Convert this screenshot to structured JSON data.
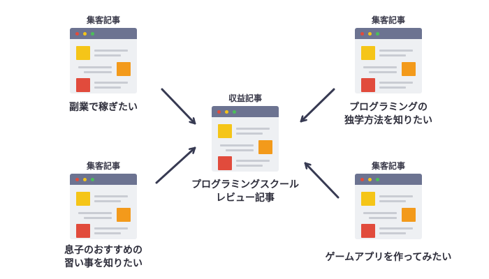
{
  "diagram": {
    "center": {
      "title": "収益記事",
      "label_line1": "プログラミングスクール",
      "label_line2": "レビュー記事"
    },
    "top_left": {
      "title": "集客記事",
      "label": "副業で稼ぎたい"
    },
    "top_right": {
      "title": "集客記事",
      "label_line1": "プログラミングの",
      "label_line2": "独学方法を知りたい"
    },
    "bottom_left": {
      "title": "集客記事",
      "label_line1": "息子のおすすめの",
      "label_line2": "習い事を知りたい"
    },
    "bottom_right": {
      "title": "集客記事",
      "label": "ゲームアプリを作ってみたい"
    }
  },
  "colors": {
    "window_bar": "#6c7391",
    "window_body": "#eef0f3",
    "arrow": "#373a52",
    "yellow": "#f5c518",
    "orange": "#f39a1b",
    "red": "#e14b3c",
    "green": "#4bbf5a"
  }
}
